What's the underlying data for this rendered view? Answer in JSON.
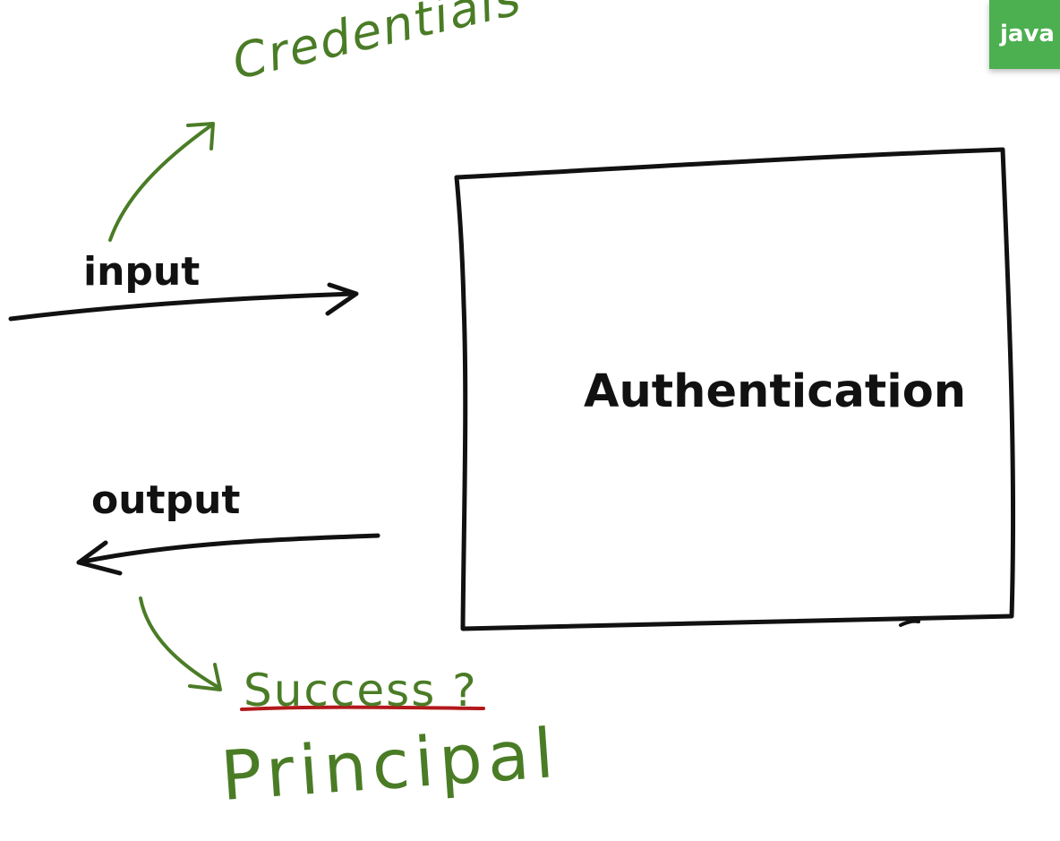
{
  "diagram": {
    "box_label": "Authentication",
    "input_label": "input",
    "output_label": "output",
    "annotations": {
      "credentials": "Credentials",
      "success_struck": "Success ?",
      "principal": "Principal"
    }
  },
  "badge": {
    "text": "java"
  },
  "colors": {
    "ink": "#111111",
    "green_annotation": "#4a7c26",
    "red_strike": "#b3191c",
    "badge_background": "#4caf50",
    "background": "#ffffff"
  },
  "icons": {
    "input_arrow": "arrow-right-icon",
    "output_arrow": "arrow-left-icon",
    "credentials_arrow": "curved-arrow-up-right-icon",
    "principal_arrow": "curved-arrow-down-right-icon"
  }
}
